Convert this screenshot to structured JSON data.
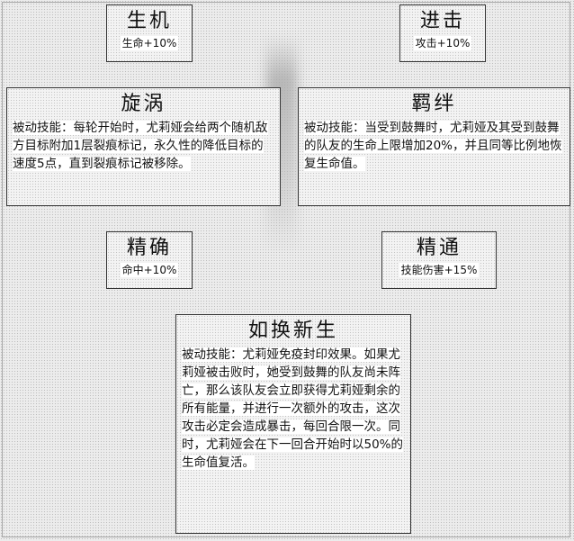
{
  "cards": {
    "shengji": {
      "title": "生机",
      "sub": "生命+10%"
    },
    "jinji": {
      "title": "进击",
      "sub": "攻击+10%"
    },
    "xuanwo": {
      "title": "旋涡",
      "desc": "被动技能：每轮开始时，尤莉娅会给两个随机敌方目标附加1层裂痕标记，永久性的降低目标的速度5点，直到裂痕标记被移除。"
    },
    "jiban": {
      "title": "羁绊",
      "desc": "被动技能：当受到鼓舞时，尤莉娅及其受到鼓舞的队友的生命上限增加20%，并且同等比例地恢复生命值。"
    },
    "jingque": {
      "title": "精确",
      "sub": "命中+10%"
    },
    "jingtong": {
      "title": "精通",
      "sub": "技能伤害+15%"
    },
    "ruhuanxinsheng": {
      "title": "如换新生",
      "desc": "被动技能：尤莉娅免疫封印效果。如果尤莉娅被击败时，她受到鼓舞的队友尚未阵亡，那么该队友会立即获得尤莉娅剩余的所有能量，并进行一次额外的攻击，这次攻击必定会造成暴击，每回合限一次。同时，尤莉娅会在下一回合开始时以50%的生命值复活。"
    }
  }
}
